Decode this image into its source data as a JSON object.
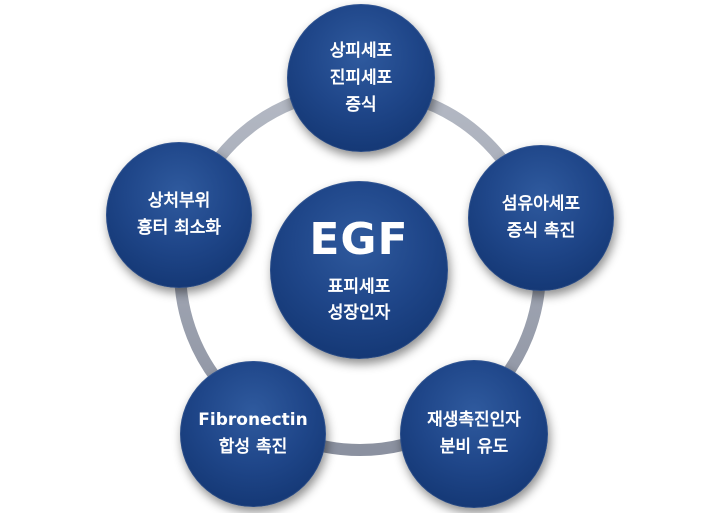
{
  "center": {
    "title": "EGF",
    "lines": [
      "표피세포",
      "성장인자"
    ]
  },
  "nodes": {
    "top": {
      "lines": [
        "상피세포",
        "진피세포",
        "증식"
      ]
    },
    "right": {
      "lines": [
        "섬유아세포",
        "증식 촉진"
      ]
    },
    "bottom_right": {
      "lines": [
        "재생촉진인자",
        "분비 유도"
      ]
    },
    "bottom_left": {
      "lines": [
        "Fibronectin",
        "합성 촉진"
      ]
    },
    "left": {
      "lines": [
        "상처부위",
        "흉터 최소화"
      ]
    }
  },
  "colors": {
    "circle_fill": "#1f4689",
    "ring": "#9aa0ae",
    "text": "#ffffff"
  }
}
